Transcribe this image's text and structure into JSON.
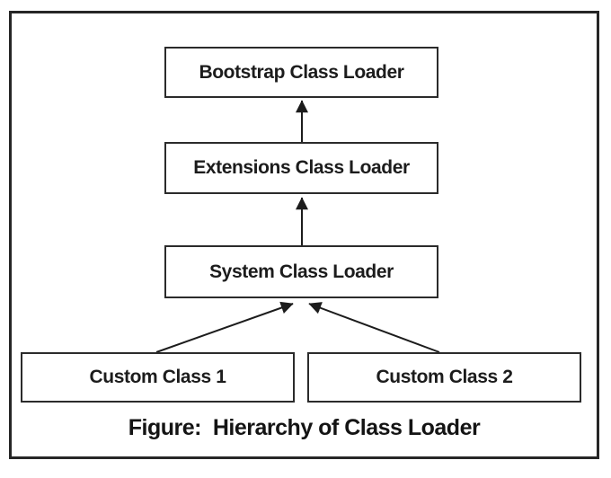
{
  "figure": {
    "caption": "Figure:  Hierarchy of Class Loader",
    "nodes": [
      {
        "id": "bootstrap-class-loader",
        "label": "Bootstrap Class Loader"
      },
      {
        "id": "extensions-class-loader",
        "label": "Extensions Class Loader"
      },
      {
        "id": "system-class-loader",
        "label": "System Class Loader"
      },
      {
        "id": "custom-class-1",
        "label": "Custom Class 1"
      },
      {
        "id": "custom-class-2",
        "label": "Custom Class 2"
      }
    ],
    "edges": [
      {
        "from": "extensions-class-loader",
        "to": "bootstrap-class-loader"
      },
      {
        "from": "system-class-loader",
        "to": "extensions-class-loader"
      },
      {
        "from": "custom-class-1",
        "to": "system-class-loader"
      },
      {
        "from": "custom-class-2",
        "to": "system-class-loader"
      }
    ],
    "colors": {
      "line": "#1c1c1c",
      "border": "#2b2b2b",
      "text": "#1c1c1c",
      "background": "#ffffff"
    }
  }
}
